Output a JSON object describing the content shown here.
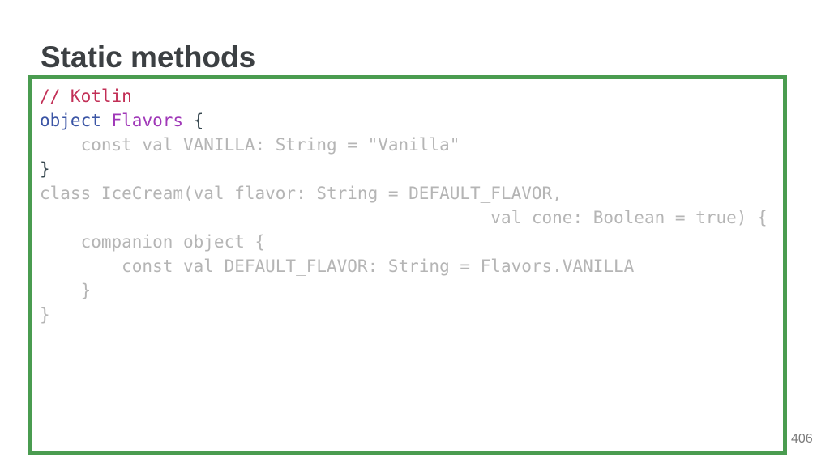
{
  "slide": {
    "title": "Static methods",
    "page_number": "406"
  },
  "colors": {
    "background": "#ffffff",
    "border_green": "#4a9c50",
    "title_gray": "#3c4043",
    "page_number_gray": "#7a7a7a",
    "code_red": "#c22f56",
    "code_blue": "#3b55a5",
    "code_purple": "#a038b8",
    "code_dark": "#37474f",
    "code_gray": "#b5b5b5"
  },
  "code": {
    "language_comment": "Kotlin",
    "lines": [
      {
        "segments": [
          {
            "text": "// Kotlin",
            "color": "red"
          }
        ]
      },
      {
        "segments": [
          {
            "text": "object",
            "color": "blue"
          },
          {
            "text": " ",
            "color": "dark"
          },
          {
            "text": "Flavors",
            "color": "purple"
          },
          {
            "text": " {",
            "color": "dark"
          }
        ]
      },
      {
        "segments": [
          {
            "text": "    const val VANILLA: String = \"Vanilla\"",
            "color": "gray"
          }
        ]
      },
      {
        "segments": [
          {
            "text": "}",
            "color": "dark"
          }
        ]
      },
      {
        "segments": [
          {
            "text": "class IceCream(val flavor: String = DEFAULT_FLAVOR,",
            "color": "gray"
          }
        ]
      },
      {
        "segments": [
          {
            "text": "                                            val cone: Boolean = true) {",
            "color": "gray"
          }
        ]
      },
      {
        "segments": [
          {
            "text": "    companion object {",
            "color": "gray"
          }
        ]
      },
      {
        "segments": [
          {
            "text": "        const val DEFAULT_FLAVOR: String = Flavors.VANILLA",
            "color": "gray"
          }
        ]
      },
      {
        "segments": [
          {
            "text": "    }",
            "color": "gray"
          }
        ]
      },
      {
        "segments": [
          {
            "text": "}",
            "color": "gray"
          }
        ]
      }
    ]
  }
}
